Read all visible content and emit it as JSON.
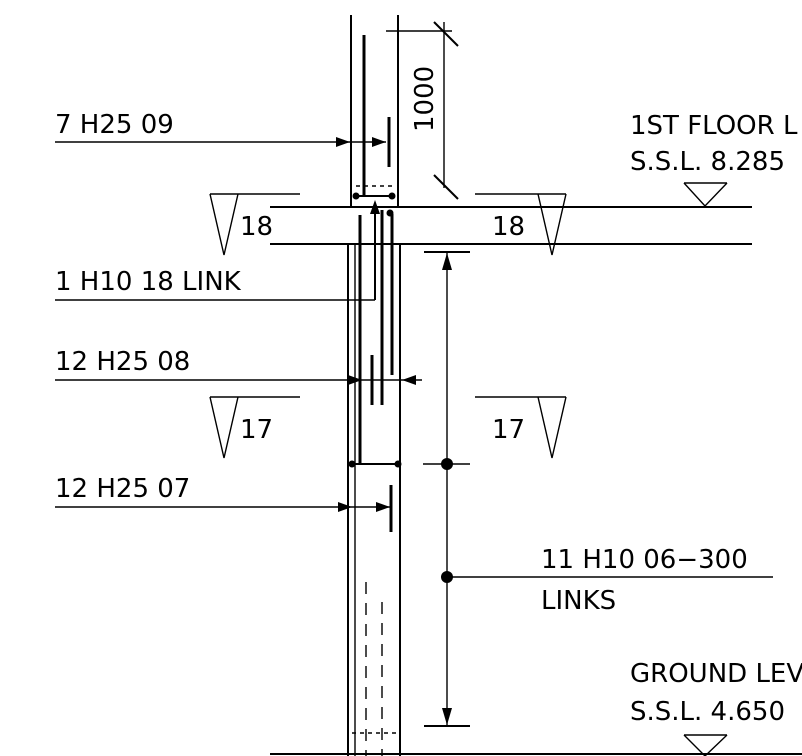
{
  "labels": {
    "bar_09": "7  H25  09",
    "link_18": "1  H10  18  LINK",
    "bar_08": "12  H25  08",
    "bar_07": "12  H25  07",
    "links_06": "11  H10  06−300",
    "links_word": "LINKS",
    "dim_1000": "1000"
  },
  "sections": {
    "left_top": "18",
    "right_top": "18",
    "left_mid": "17",
    "right_mid": "17"
  },
  "levels": {
    "first_floor_name": "1ST  FLOOR  L",
    "first_floor_ssl": "S.S.L.  8.285",
    "ground_name": "GROUND  LEV",
    "ground_ssl": "S.S.L.  4.650"
  }
}
